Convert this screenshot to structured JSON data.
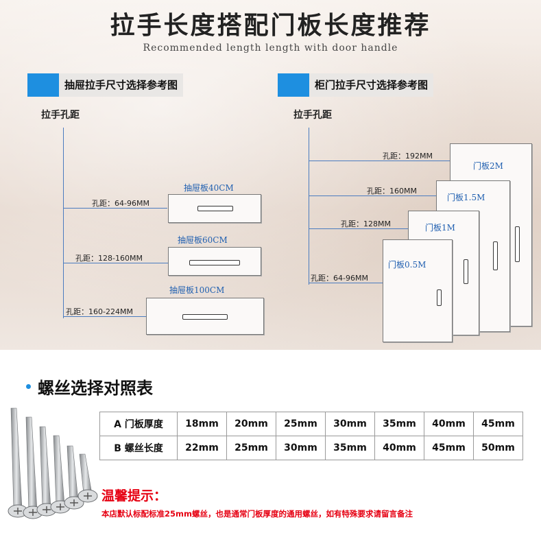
{
  "header": {
    "title": "拉手长度搭配门板长度推荐",
    "subtitle": "Recommended length length with door handle"
  },
  "drawer_section": {
    "heading": "抽屉拉手尺寸选择参考图",
    "axis_label": "拉手孔距",
    "items": [
      {
        "distance": "孔距：64-96MM",
        "panel": "抽屉板40CM"
      },
      {
        "distance": "孔距：128-160MM",
        "panel": "抽屉板60CM"
      },
      {
        "distance": "孔距：160-224MM",
        "panel": "抽屉板100CM"
      }
    ]
  },
  "door_section": {
    "heading": "柜门拉手尺寸选择参考图",
    "axis_label": "拉手孔距",
    "items": [
      {
        "distance": "孔距：192MM",
        "panel": "门板2M"
      },
      {
        "distance": "孔距：160MM",
        "panel": "门板1.5M"
      },
      {
        "distance": "孔距：128MM",
        "panel": "门板1M"
      },
      {
        "distance": "孔距：64-96MM",
        "panel": "门板0.5M"
      }
    ]
  },
  "screw_section": {
    "title": "螺丝选择对照表",
    "table": {
      "rows": [
        {
          "label": "A 门板厚度",
          "values": [
            "18mm",
            "20mm",
            "25mm",
            "30mm",
            "35mm",
            "40mm",
            "45mm"
          ]
        },
        {
          "label": "B 螺丝长度",
          "values": [
            "22mm",
            "25mm",
            "30mm",
            "35mm",
            "40mm",
            "45mm",
            "50mm"
          ]
        }
      ]
    },
    "tip_title": "温馨提示：",
    "tip_text": "本店默认标配标准25mm螺丝，也是通常门板厚度的通用螺丝，如有特殊要求请留言备注"
  },
  "colors": {
    "accent": "#1e8fe0",
    "label_blue": "#1f5fb0",
    "warning": "#e60012"
  }
}
